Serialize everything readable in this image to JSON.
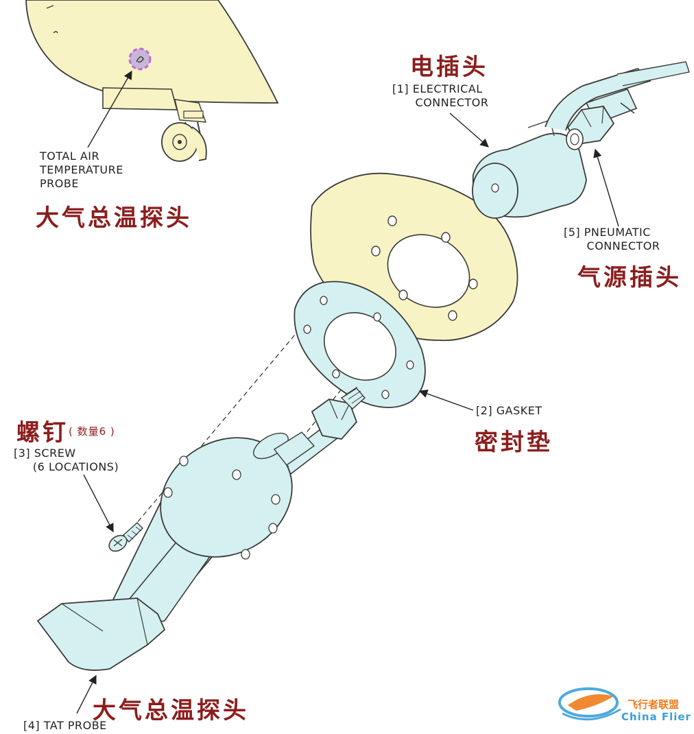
{
  "labels": {
    "tat_probe_aircraft_en": "TOTAL AIR\nTEMPERATURE\nPROBE",
    "tat_probe_aircraft_zh": "大气总温探头",
    "electrical_en": "[1] ELECTRICAL\n      CONNECTOR",
    "electrical_zh": "电插头",
    "pneumatic_en": "[5] PNEUMATIC\n      CONNECTOR",
    "pneumatic_zh": "气源插头",
    "gasket_en": "[2] GASKET",
    "gasket_zh": "密封垫",
    "screw_zh": "螺钉",
    "screw_qty_zh": "( 数量6 )",
    "screw_en": "[3] SCREW\n     (6 LOCATIONS)",
    "tat_probe_en": "[4] TAT PROBE",
    "tat_probe_zh": "大气总温探头"
  },
  "watermark": {
    "text_zh": "飞行者联盟",
    "text_en": "China Flier"
  },
  "colors": {
    "fuselage": "#f8f3c4",
    "probe": "#d5f0f0",
    "outline": "#3a3a3a",
    "chinese_label": "#8c1d1d",
    "highlight": "#c06ad0",
    "watermark_blue": "#3aa0dc",
    "watermark_orange": "#f07d1e"
  }
}
